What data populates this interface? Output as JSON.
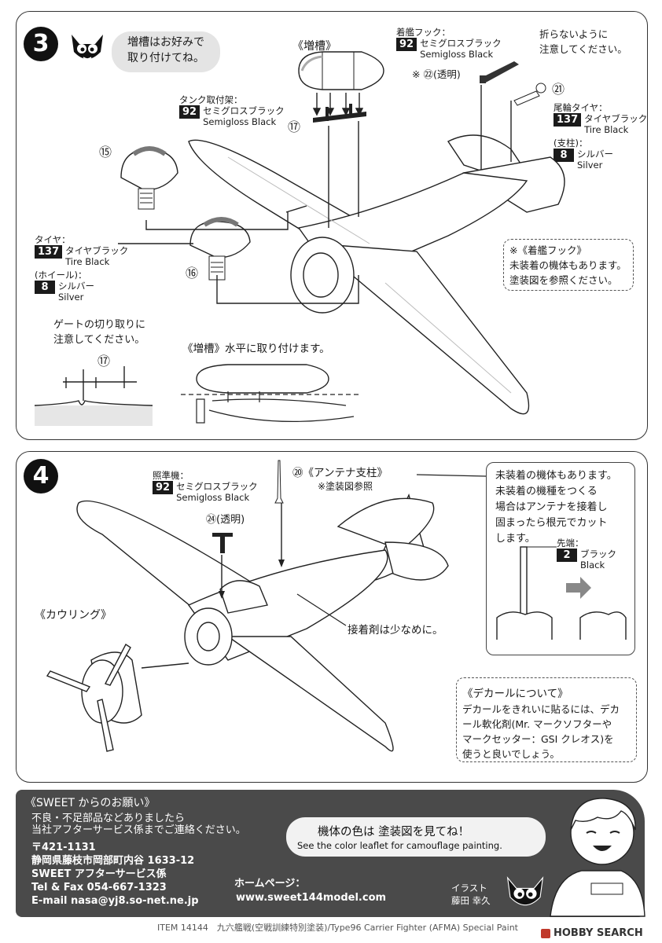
{
  "step3": {
    "number": "3",
    "bubble_line1": "増槽はお好みで",
    "bubble_line2": "取り付けてね。",
    "tank_title": "《増槽》",
    "hook_label": "着艦フック：",
    "hook_color_num": "92",
    "hook_color_jp": "セミグロスブラック",
    "hook_color_en": "Semigloss Black",
    "hook_part_note": "※ ㉒(透明)",
    "careful_line1": "折らないように",
    "careful_line2": "注意してください。",
    "part21": "㉑",
    "tail_wheel_label": "尾輪タイヤ：",
    "tail_wheel_num": "137",
    "tail_wheel_jp": "タイヤブラック",
    "tail_wheel_en": "Tire Black",
    "strut_label": "(支柱)：",
    "strut_num": "8",
    "strut_jp": "シルバー",
    "strut_en": "Silver",
    "tank_mount_label": "タンク取付架：",
    "tank_mount_num": "92",
    "tank_mount_jp": "セミグロスブラック",
    "tank_mount_en": "Semigloss Black",
    "part17": "⑰",
    "part15": "⑮",
    "part16": "⑯",
    "tire_label": "タイヤ：",
    "tire_num": "137",
    "tire_jp": "タイヤブラック",
    "tire_en": "Tire Black",
    "wheel_label": "(ホイール)：",
    "wheel_num": "8",
    "wheel_jp": "シルバー",
    "wheel_en": "Silver",
    "gate_line1": "ゲートの切り取りに",
    "gate_line2": "注意してください。",
    "gate_part": "⑰",
    "tank_level": "《増槽》水平に取り付けます。",
    "hook_note_title": "※《着艦フック》",
    "hook_note_line1": "未装着の機体もあります。",
    "hook_note_line2": "塗装図を参照ください。"
  },
  "step4": {
    "number": "4",
    "sight_label": "照準機：",
    "sight_num": "92",
    "sight_jp": "セミグロスブラック",
    "sight_en": "Semigloss Black",
    "part24": "㉔(透明)",
    "antenna_title": "⑳《アンテナ支柱》",
    "antenna_ref": "※塗装図参照",
    "cowling_title": "《カウリング》",
    "glue_note": "接着剤は少なめに。",
    "cut_line1": "未装着の機体もあります。",
    "cut_line2": "未装着の機種をつくる",
    "cut_line3": "場合はアンテナを接着し",
    "cut_line4": "固まったら根元でカット",
    "cut_line5": "します。",
    "tip_label": "先端：",
    "tip_num": "2",
    "tip_jp": "ブラック",
    "tip_en": "Black",
    "decal_title": "《デカールについて》",
    "decal_line1": "デカールをきれいに貼るには、デカ",
    "decal_line2": "ール軟化剤(Mr. マークソフターや",
    "decal_line3": "マークセッター：GSI クレオス)を",
    "decal_line4": "使うと良いでしょう。"
  },
  "footer": {
    "request_title": "《SWEET からのお願い》",
    "request_line1": "不良・不足部品などありましたら",
    "request_line2": "当社アフターサービス係までご連絡ください。",
    "zip": "〒421-1131",
    "address": "静岡県藤枝市岡部町内谷 1633-12",
    "dept": "SWEET アフターサービス係",
    "tel": "Tel & Fax 054-667-1323",
    "email": "E-mail nasa@yj8.so-net.ne.jp",
    "hp_label": "ホームページ：",
    "hp_url": "www.sweet144model.com",
    "color_jp": "機体の色は 塗装図を見てね！",
    "color_en": "See the color leaflet for camouflage painting.",
    "illust_label": "イラスト",
    "illust_name": "藤田 幸久",
    "item_line": "ITEM 14144　九六艦戦(空戦訓練特別塗装)/Type96 Carrier Fighter (AFMA) Special Paint",
    "watermark": "HOBBY SEARCH"
  },
  "colors": {
    "chip_bg": "#1a1a1a",
    "bubble_bg": "#e4e4e4",
    "footer_bg": "#4a4a4a",
    "footer_box": "#f2f2f2"
  }
}
